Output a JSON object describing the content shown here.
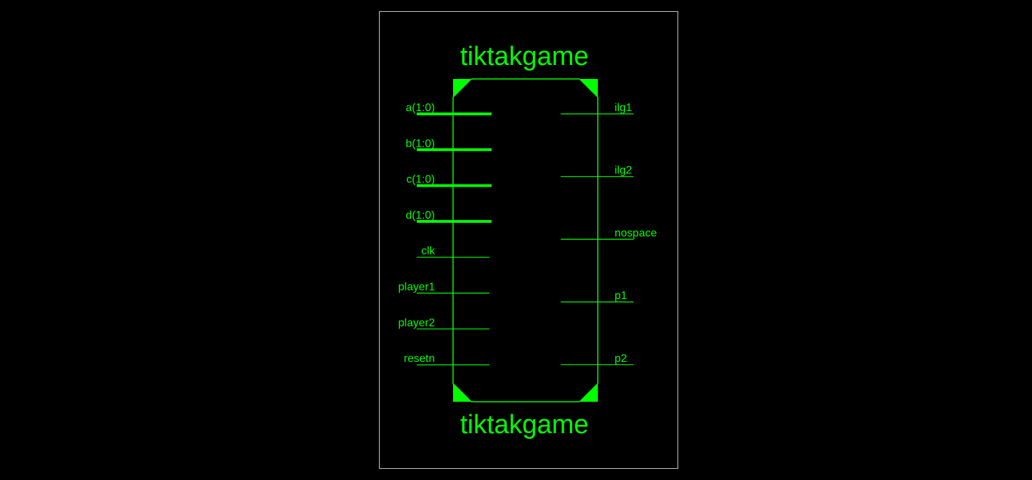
{
  "colors": {
    "background": "#000000",
    "frame": "#c8c8c8",
    "symbol": "#00ff00"
  },
  "symbol": {
    "name_top": "tiktakgame",
    "name_bottom": "tiktakgame"
  },
  "inputs": [
    {
      "label": "a(1:0)",
      "bus": true
    },
    {
      "label": "b(1:0)",
      "bus": true
    },
    {
      "label": "c(1:0)",
      "bus": true
    },
    {
      "label": "d(1:0)",
      "bus": true
    },
    {
      "label": "clk",
      "bus": false
    },
    {
      "label": "player1",
      "bus": false
    },
    {
      "label": "player2",
      "bus": false
    },
    {
      "label": "resetn",
      "bus": false
    }
  ],
  "outputs": [
    {
      "label": "ilg1",
      "bus": false
    },
    {
      "label": "ilg2",
      "bus": false
    },
    {
      "label": "nospace",
      "bus": false
    },
    {
      "label": "p1",
      "bus": false
    },
    {
      "label": "p2",
      "bus": false
    }
  ]
}
